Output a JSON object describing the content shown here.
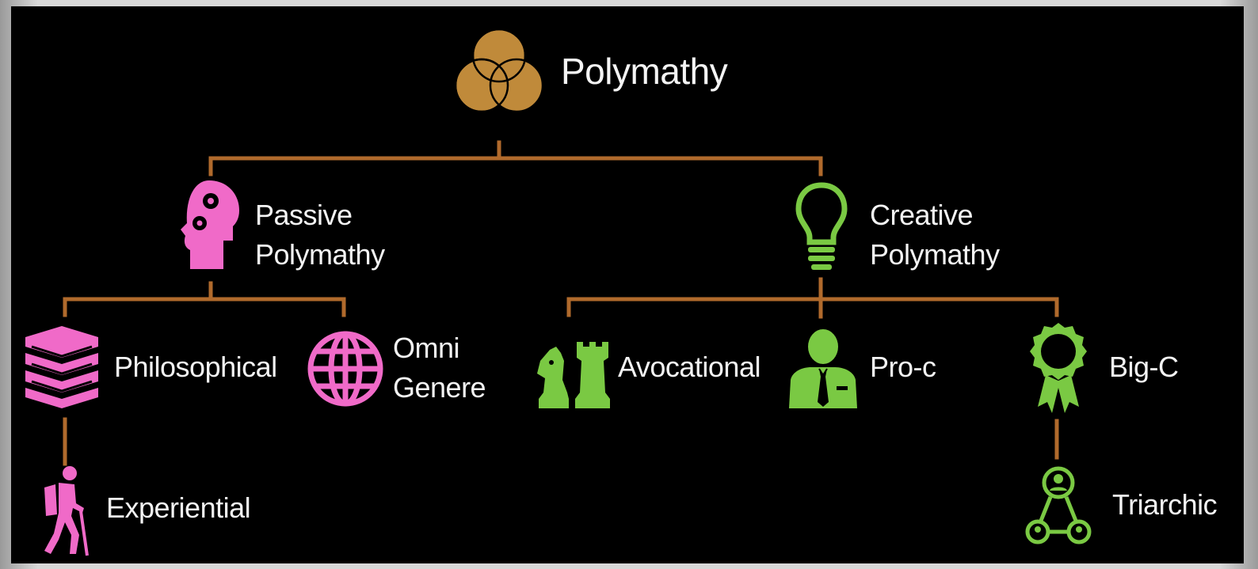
{
  "colors": {
    "background": "#000000",
    "connector": "#b06a2c",
    "root": "#c08a3a",
    "passive": "#f06ac8",
    "creative": "#7ac943",
    "text": "#f4f4f4"
  },
  "root": {
    "label": "Polymathy",
    "icon": "venn-diagram-icon"
  },
  "branches": [
    {
      "label_line1": "Passive",
      "label_line2": "Polymathy",
      "icon": "head-gears-icon",
      "children": [
        {
          "label": "Philosophical",
          "icon": "books-stack-icon"
        },
        {
          "label_line1": "Omni",
          "label_line2": "Genere",
          "icon": "globe-icon"
        }
      ],
      "grandchildren": [
        {
          "label": "Experiential",
          "icon": "hiker-icon"
        }
      ]
    },
    {
      "label_line1": "Creative",
      "label_line2": "Polymathy",
      "icon": "lightbulb-icon",
      "children": [
        {
          "label": "Avocational",
          "icon": "chess-pieces-icon"
        },
        {
          "label": "Pro-c",
          "icon": "business-person-icon"
        },
        {
          "label": "Big-C",
          "icon": "award-ribbon-icon"
        }
      ],
      "grandchildren": [
        {
          "label": "Triarchic",
          "icon": "network-people-icon"
        }
      ]
    }
  ]
}
